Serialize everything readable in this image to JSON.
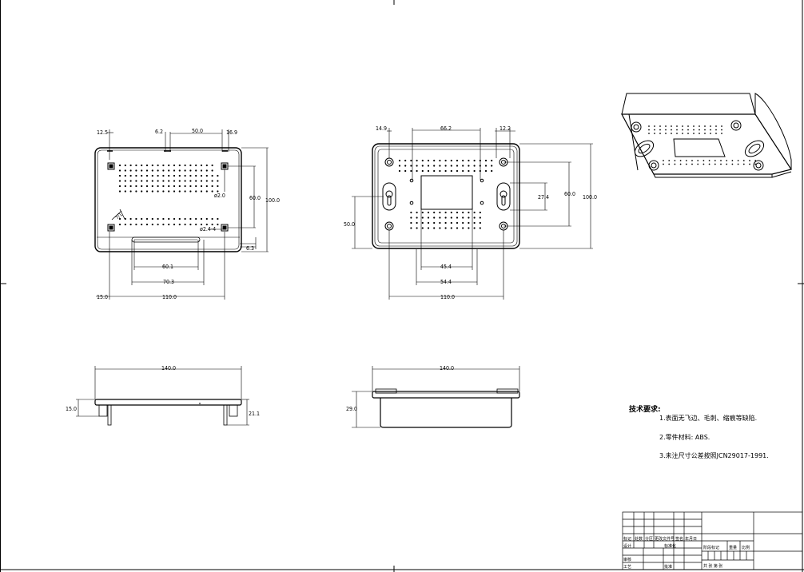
{
  "top_left_view": {
    "dims": {
      "d_12_5": "12.5",
      "d_6_2": "6.2",
      "d_50": "50.0",
      "d_16_9": "16.9",
      "d_60": "60.0",
      "d_100": "100.0",
      "d_phi2": "ø2.0",
      "d_phi24": "ø2.4-4",
      "d_6_3": "6.3",
      "d_60_1": "60.1",
      "d_70_3": "70.3",
      "d_15": "15.0",
      "d_110": "110.0"
    }
  },
  "top_mid_view": {
    "dims": {
      "d_14_9": "14.9",
      "d_66_2": "66.2",
      "d_12_2": "12.2",
      "d_27_4": "27.4",
      "d_60": "60.0",
      "d_100": "100.0",
      "d_50": "50.0",
      "d_45_4": "45.4",
      "d_54_4": "54.4",
      "d_110": "110.0"
    }
  },
  "bottom_left_view": {
    "dims": {
      "d_140": "140.0",
      "d_15": "15.0",
      "d_21": "21.1"
    }
  },
  "bottom_mid_view": {
    "dims": {
      "d_140": "140.0",
      "d_29": "29.0"
    }
  },
  "notes": {
    "title": "技术要求:",
    "items": [
      "1.表面无飞边、毛刺、缩痕等缺陷.",
      "2.零件材料: ABS.",
      "3.未注尺寸公差按照JCN29017-1991."
    ]
  },
  "title_block": {
    "row_labels": [
      "标记",
      "处数",
      "分区",
      "更改文件号",
      "签名",
      "年月日"
    ],
    "design": "设计",
    "std": "标准化",
    "stage": "阶段标记",
    "weight": "重量",
    "scale": "比例",
    "check": "审核",
    "process": "工艺",
    "approve": "批准",
    "sheets": "共  张 第  张"
  }
}
